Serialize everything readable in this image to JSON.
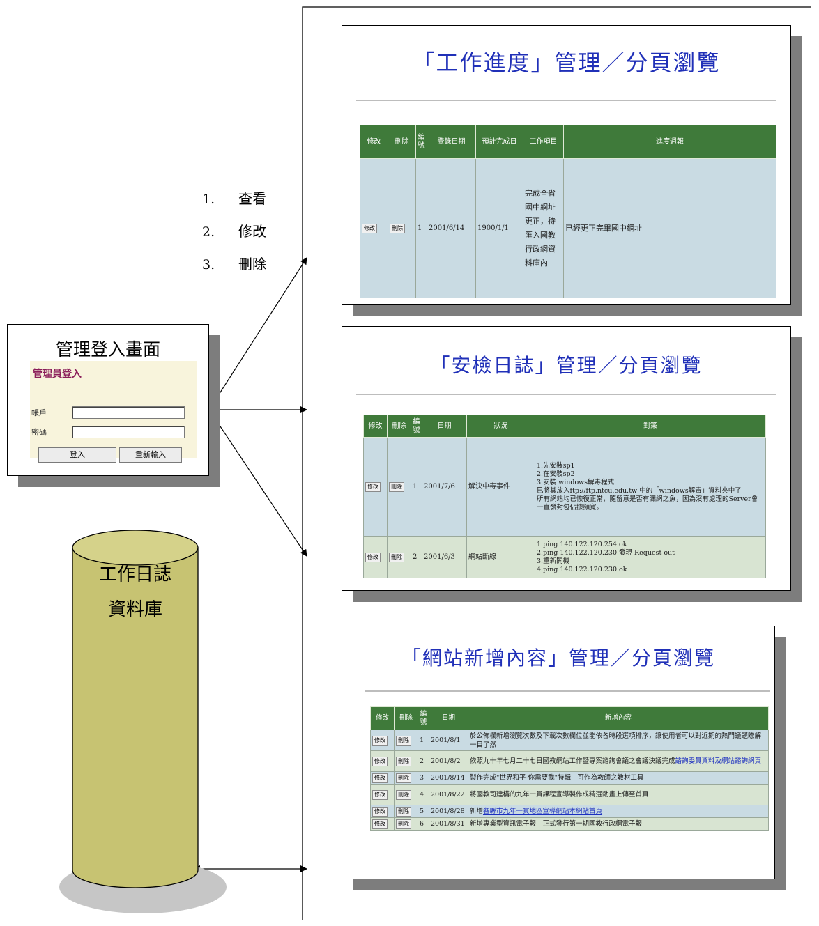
{
  "login": {
    "caption": "管理登入畫面",
    "form_title": "管理員登入",
    "account_label": "帳戶",
    "password_label": "密碼",
    "submit_label": "登入",
    "reset_label": "重新輸入"
  },
  "actions": [
    {
      "number": "1.",
      "label": "查看"
    },
    {
      "number": "2.",
      "label": "修改"
    },
    {
      "number": "3.",
      "label": "刪除"
    }
  ],
  "database": {
    "line1": "工作日誌",
    "line2": "資料庫"
  },
  "progress_page": {
    "title": "「工作進度」管理／分頁瀏覽",
    "columns": [
      "修改",
      "刪除",
      "編號",
      "登錄日期",
      "預計完成日",
      "工作項目",
      "進度週報"
    ],
    "rows": [
      {
        "edit": "修改",
        "delete": "刪除",
        "id": "1",
        "date": "2001/6/14",
        "due": "1900/1/1",
        "item": "完成全省國中網址更正，待匯入國教行政網資料庫內",
        "report": "已經更正完畢國中網址"
      }
    ]
  },
  "security_page": {
    "title": "「安檢日誌」管理／分頁瀏覽",
    "columns": [
      "修改",
      "刪除",
      "編號",
      "日期",
      "狀況",
      "對策"
    ],
    "rows": [
      {
        "edit": "修改",
        "delete": "刪除",
        "id": "1",
        "date": "2001/7/6",
        "status": "解決中毒事件",
        "measure": "1.先安裝sp1\n2.在安裝sp2\n3.安裝 windows解毒程式\n已將其放入ftp://ftp.ntcu.edu.tw 中的「windows解毒」資料夾中了\n所有網站均已恢復正常，隨留意是否有漏網之魚，因為沒有處理的Server會一直發封包佔據頻寬。"
      },
      {
        "edit": "修改",
        "delete": "刪除",
        "id": "2",
        "date": "2001/6/3",
        "status": "網站斷線",
        "measure": "1.ping 140.122.120.254 ok\n2.ping 140.122.120.230 發現 Request out\n3.重新開機\n4.ping 140.122.120.230 ok"
      }
    ]
  },
  "content_page": {
    "title": "「網站新增內容」管理／分頁瀏覽",
    "columns": [
      "修改",
      "刪除",
      "編號",
      "日期",
      "新增內容"
    ],
    "rows": [
      {
        "edit": "修改",
        "delete": "刪除",
        "id": "1",
        "date": "2001/8/1",
        "text": "於公佈欄新增瀏覽次數及下載次數欄位並能依各時段選項排序，讓使用者可以對近期的熱門議題瞭解一目了然",
        "link": ""
      },
      {
        "edit": "修改",
        "delete": "刪除",
        "id": "2",
        "date": "2001/8/2",
        "text": "依照九十年七月二十七日國教網站工作暨專案諮詢會議之會議決議完成",
        "link": "諮詢委員資料及網站諮詢網頁"
      },
      {
        "edit": "修改",
        "delete": "刪除",
        "id": "3",
        "date": "2001/8/14",
        "text": "製作完成\"世界和平-你需要我\"特輯—可作為教師之教材工具",
        "link": ""
      },
      {
        "edit": "修改",
        "delete": "刪除",
        "id": "4",
        "date": "2001/8/22",
        "text": "將國教司建構的九年一貫課程宣導製作成精選動畫上傳至首頁",
        "link": ""
      },
      {
        "edit": "修改",
        "delete": "刪除",
        "id": "5",
        "date": "2001/8/28",
        "text": "新增",
        "link": "各縣市九年一貫地區宣導網站本網站首頁"
      },
      {
        "edit": "修改",
        "delete": "刪除",
        "id": "6",
        "date": "2001/8/31",
        "text": "新增專業型資訊電子報—正式發行第一期國教行政網電子報",
        "link": ""
      }
    ]
  }
}
